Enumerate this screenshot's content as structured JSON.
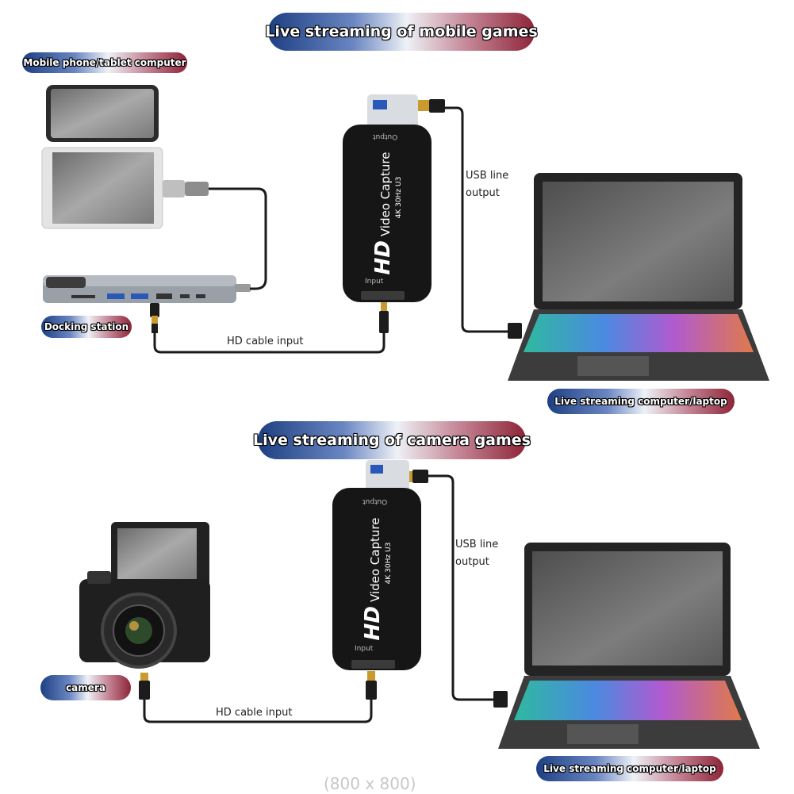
{
  "sections": [
    {
      "title": "Live streaming of mobile games",
      "source_label": "Mobile phone/tablet computer",
      "hub_label": "Docking station",
      "cable_label": "HD cable input",
      "usb_label_line1": "USB line",
      "usb_label_line2": "output",
      "target_label": "Live streaming computer/laptop",
      "device": {
        "brand": "HD",
        "name": "Video Capture",
        "spec": "4K 30Hz U3",
        "port_in": "Input",
        "port_out": "Output"
      }
    },
    {
      "title": "Live streaming of camera games",
      "source_label": "camera",
      "cable_label": "HD cable input",
      "usb_label_line1": "USB line",
      "usb_label_line2": "output",
      "target_label": "Live streaming computer/laptop",
      "device": {
        "brand": "HD",
        "name": "Video Capture",
        "spec": "4K 30Hz U3",
        "port_in": "Input",
        "port_out": "Output"
      }
    }
  ],
  "watermark": "(800 x 800)",
  "colors": {
    "pill_left": "#1d3f82",
    "pill_right": "#8e2438",
    "cable": "#1a1a1a",
    "device_body": "#161616"
  }
}
